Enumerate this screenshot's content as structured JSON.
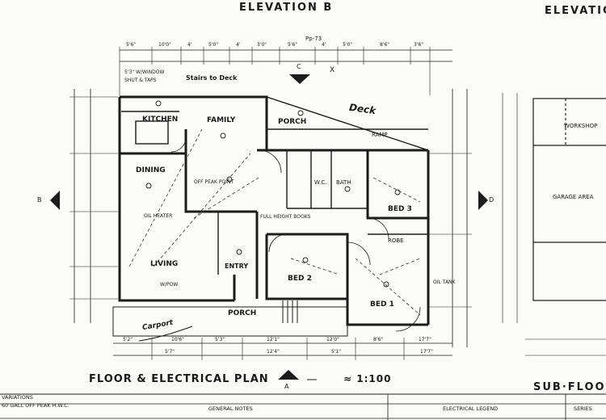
{
  "title_elevation_b": "ELEVATION B",
  "title_elevation_cut": "ELEVATIC",
  "plan_title": "FLOOR & ELECTRICAL PLAN",
  "plan_scale": "≈ 1:100",
  "sub_floor_cut": "SUB·FLOO",
  "signature_note": "Pp-73",
  "rooms": {
    "kitchen": "KITCHEN",
    "family": "FAMILY",
    "porch_top": "PORCH",
    "deck": "Deck",
    "ramp": "RAMP",
    "dining": "DINING",
    "bed3": "BED 3",
    "living": "LIVING",
    "entry": "ENTRY",
    "bed2": "BED 2",
    "bed1": "BED 1",
    "porch_bottom": "PORCH",
    "carport": "Carport",
    "wc": "W.C.",
    "bath": "BATH",
    "robe": "ROBE",
    "stairs": "Stairs to Deck",
    "workshop": "WORKSHOP",
    "garage": "GARAGE AREA"
  },
  "notes": {
    "window": "5'3\" W/WINDOW",
    "shelves": "SHUT & TAPS",
    "off_peak": "OFF PEAK POINT",
    "oil_heater": "OIL HEATER",
    "full_heights": "FULL HEIGHT BOOKS",
    "oil_tank": "OIL TANK",
    "pow": "W/POW"
  },
  "dims_top": [
    "5'6\"",
    "10'0\"",
    "4'",
    "5'0\"",
    "4'",
    "3'0\"",
    "5'6\"",
    "4'",
    "5'0\"",
    "8'6\"",
    "3'6\""
  ],
  "dims_bottom": [
    "5'2\"",
    "10'6\"",
    "5'3\"",
    "12'1\"",
    "12'0\"",
    "8'6\"",
    "17'7\""
  ],
  "dims_bottom2": [
    "5'7\"",
    "12'4\"",
    "5'1\"",
    "17'7\""
  ],
  "markers": {
    "a": "A",
    "b": "B",
    "c": "C",
    "d": "D",
    "x": "X"
  },
  "footer": {
    "variations": "VARIATIONS",
    "hwc": "60 GALL OFF PEAK H.W.C.",
    "general": "GENERAL NOTES",
    "legend": "ELECTRICAL LEGEND",
    "series": "SERIES"
  }
}
